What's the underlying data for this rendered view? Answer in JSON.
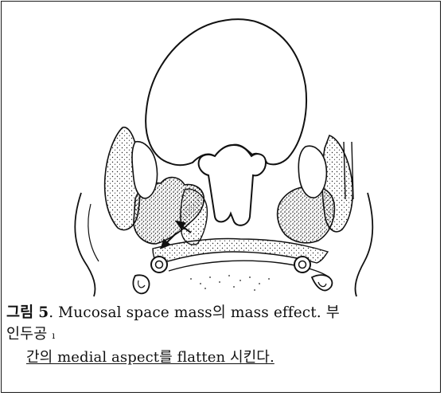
{
  "figure": {
    "illustration": "anatomical-line-drawing",
    "annotation_marks": [
      "arrow-up-left",
      "arrow-down-left"
    ]
  },
  "caption": {
    "label": "그림",
    "number": "5",
    "line1_text": ". Mucosal space mass의 mass effect. 부",
    "line2_text": "인두공",
    "line2_mark": "ı",
    "line3_text": "간의 medial aspect를 flatten 시킨다."
  }
}
